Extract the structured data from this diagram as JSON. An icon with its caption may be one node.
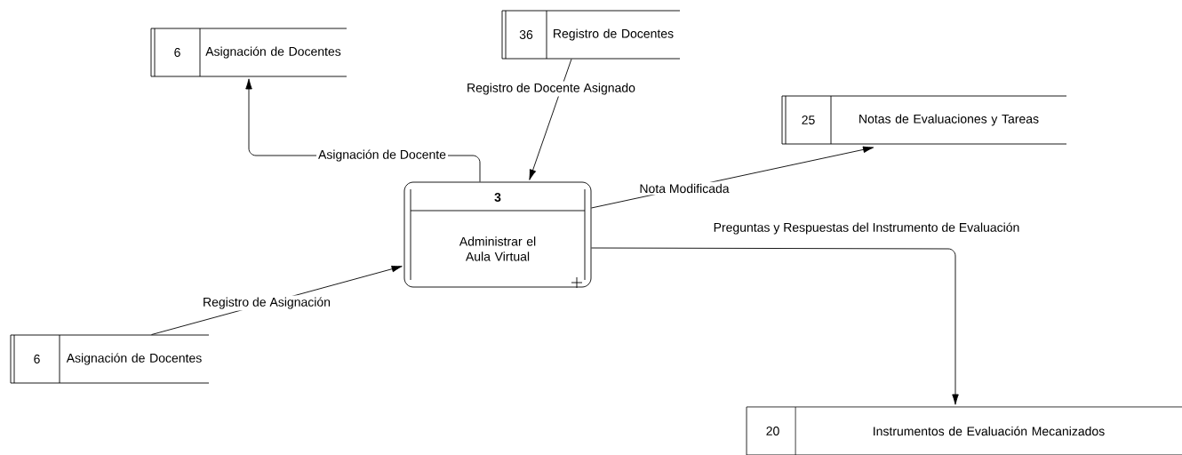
{
  "diagram": {
    "nodes": [
      {
        "text": [
          "6",
          "Asignación de Docentes"
        ]
      },
      {
        "text": [
          "36",
          "Registro de Docentes"
        ]
      },
      {
        "text": [
          "25",
          "Notas de Evaluaciones y Tareas"
        ]
      },
      {
        "text": [
          "3",
          "Administrar el Aula Virtual"
        ]
      },
      {
        "text": [
          "6",
          "Asignación de Docentes"
        ]
      },
      {
        "text": [
          "20",
          "Instrumentos de Evaluación Mecanizados"
        ]
      }
    ],
    "edges": [
      {
        "from": 3,
        "to": 0,
        "arrow": "to",
        "label": "Asignación de Docente"
      },
      {
        "from": 1,
        "to": 3,
        "arrow": "to",
        "label": "Registro de Docente Asignado"
      },
      {
        "from": 3,
        "to": 2,
        "arrow": "to",
        "label": "Nota Modificada"
      },
      {
        "from": 3,
        "to": 5,
        "arrow": "to",
        "label": "Preguntas y Respuestas del Instrumento de Evaluación"
      },
      {
        "from": 4,
        "to": 3,
        "arrow": "to",
        "label": "Registro de Asignación"
      }
    ]
  }
}
